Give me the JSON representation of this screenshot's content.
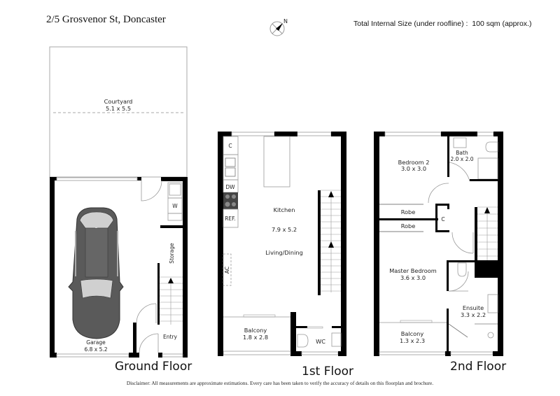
{
  "header": {
    "address": "2/5 Grosvenor St, Doncaster",
    "total_size_label": "Total Internal Size (under roofline) :",
    "total_size_value": "100 sqm (approx.)",
    "compass_label": "N"
  },
  "floors": [
    {
      "name": "Ground Floor",
      "rooms": [
        {
          "name": "Courtyard",
          "size": "5.1 x 5.5"
        },
        {
          "name": "Garage",
          "size": "6.8 x 5.2"
        },
        {
          "name": "Storage",
          "size": ""
        },
        {
          "name": "Entry",
          "size": ""
        },
        {
          "name": "W",
          "size": ""
        }
      ]
    },
    {
      "name": "1st Floor",
      "rooms": [
        {
          "name": "Kitchen",
          "size": "7.9 x 5.2"
        },
        {
          "name": "Living/Dining",
          "size": ""
        },
        {
          "name": "Balcony",
          "size": "1.8 x 2.8"
        },
        {
          "name": "WC",
          "size": ""
        }
      ],
      "fixtures": [
        "C",
        "DW",
        "REF.",
        "AC"
      ]
    },
    {
      "name": "2nd Floor",
      "rooms": [
        {
          "name": "Bedroom 2",
          "size": "3.0 x 3.0"
        },
        {
          "name": "Bath",
          "size": "2.0 x 2.0"
        },
        {
          "name": "Robe",
          "size": ""
        },
        {
          "name": "Robe",
          "size": ""
        },
        {
          "name": "C",
          "size": ""
        },
        {
          "name": "Master Bedroom",
          "size": "3.6 x 3.0"
        },
        {
          "name": "Ensuite",
          "size": "3.3 x 2.2"
        },
        {
          "name": "Balcony",
          "size": "1.3 x 2.3"
        }
      ]
    }
  ],
  "footer": {
    "disclaimer": "Disclaimer: All measurements are approximate estimations. Every care has been taken to verify the accuracy of details on this floorplan and brochure."
  },
  "colors": {
    "wall": "#000000",
    "line": "#999999",
    "car_body": "#5a5a5a",
    "car_glass": "#d0d0d0"
  }
}
